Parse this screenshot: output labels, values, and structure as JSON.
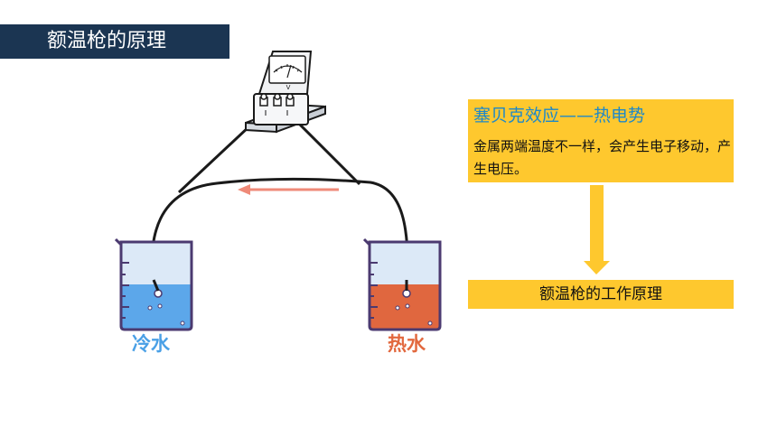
{
  "slide": {
    "title": "额温枪的原理"
  },
  "info_box": {
    "heading": "塞贝克效应——热电势",
    "body": "金属两端温度不一样，会产生电子移动，产生电压。"
  },
  "principle_box": {
    "label": "额温枪的工作原理"
  },
  "labels": {
    "cold_water": "冷水",
    "hot_water": "热水"
  },
  "meter": {
    "symbol": "V"
  },
  "colors": {
    "title_bg": "#1b3552",
    "box_yellow": "#fec82e",
    "heading_blue": "#1e88c8",
    "cold_water": "#5ca7ea",
    "hot_water": "#e0673f",
    "flow_arrow": "#ef8a78"
  },
  "icons": [
    "voltmeter-icon",
    "beaker-icon",
    "down-arrow-icon"
  ]
}
